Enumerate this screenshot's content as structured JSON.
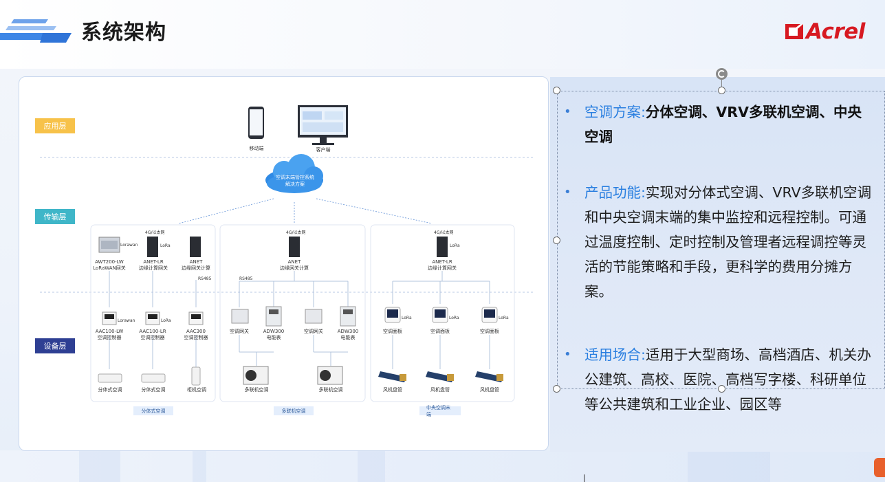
{
  "page_title": "系统架构",
  "logo_text": "Acrel",
  "colors": {
    "accent_blue": "#2a7fe0",
    "layer_app": "#f7c24a",
    "layer_trans": "#3fb6c8",
    "layer_dev": "#2e3f93",
    "logo_red": "#d71921"
  },
  "diagram": {
    "layers": {
      "app": "应用层",
      "transport": "传输层",
      "device": "设备层"
    },
    "clients": {
      "mobile": "移动端",
      "pc": "客户端"
    },
    "cloud_line1": "空调末端管控系统",
    "cloud_line2": "解决方案",
    "net_label": "4G/以太网",
    "rs485": "RS485",
    "group1": {
      "gw1_line1": "AWT200-LW",
      "gw1_line2": "LoRaWAN网关",
      "gw1_tag": "Lorawan",
      "gw2_line1": "ANET-LR",
      "gw2_line2": "边缘计算网关",
      "gw2_tag": "LoRa",
      "gw3_line1": "ANET",
      "gw3_line2": "边缘网关计算",
      "dev1_line1": "AAC100-LW",
      "dev1_line2": "空调控制器",
      "dev1_tag": "Lorawan",
      "dev2_line1": "AAC100-LR",
      "dev2_line2": "空调控制器",
      "dev2_tag": "LoRa",
      "dev3_line1": "AAC300",
      "dev3_line2": "空调控制器",
      "ac1": "分体式空调",
      "ac2": "分体式空调",
      "ac3": "柜机空调",
      "label": "分体式空调"
    },
    "group2": {
      "gw_line1": "ANET",
      "gw_line2": "边缘网关计算",
      "d1": "空调网关",
      "d2_line1": "ADW300",
      "d2_line2": "电能表",
      "d3": "空调网关",
      "d4_line1": "ADW300",
      "d4_line2": "电能表",
      "ac1": "多联机空调",
      "ac2": "多联机空调",
      "label": "多联机空调"
    },
    "group3": {
      "gw_line1": "ANET-LR",
      "gw_line2": "边缘计算网关",
      "gw_tag": "LoRa",
      "p1": "空调面板",
      "p2": "空调面板",
      "p3": "空调面板",
      "panel_tag": "LoRa",
      "f1": "风机盘管",
      "f2": "风机盘管",
      "f3": "风机盘管",
      "label": "中央空调末端"
    }
  },
  "bullets": [
    {
      "label": "空调方案:",
      "text_strong": "分体空调、VRV多联机空调、中央空调",
      "text": ""
    },
    {
      "label": "产品功能:",
      "text_strong": "",
      "text": "实现对分体式空调、VRV多联机空调和中央空调末端的集中监控和远程控制。可通过温度控制、定时控制及管理者远程调控等灵活的节能策略和手段，更科学的费用分摊方案。"
    },
    {
      "label": "适用场合:",
      "text_strong": "",
      "text": "适用于大型商场、高档酒店、机关办公建筑、高校、医院、高档写字楼、科研单位等公共建筑和工业企业、园区等"
    }
  ]
}
